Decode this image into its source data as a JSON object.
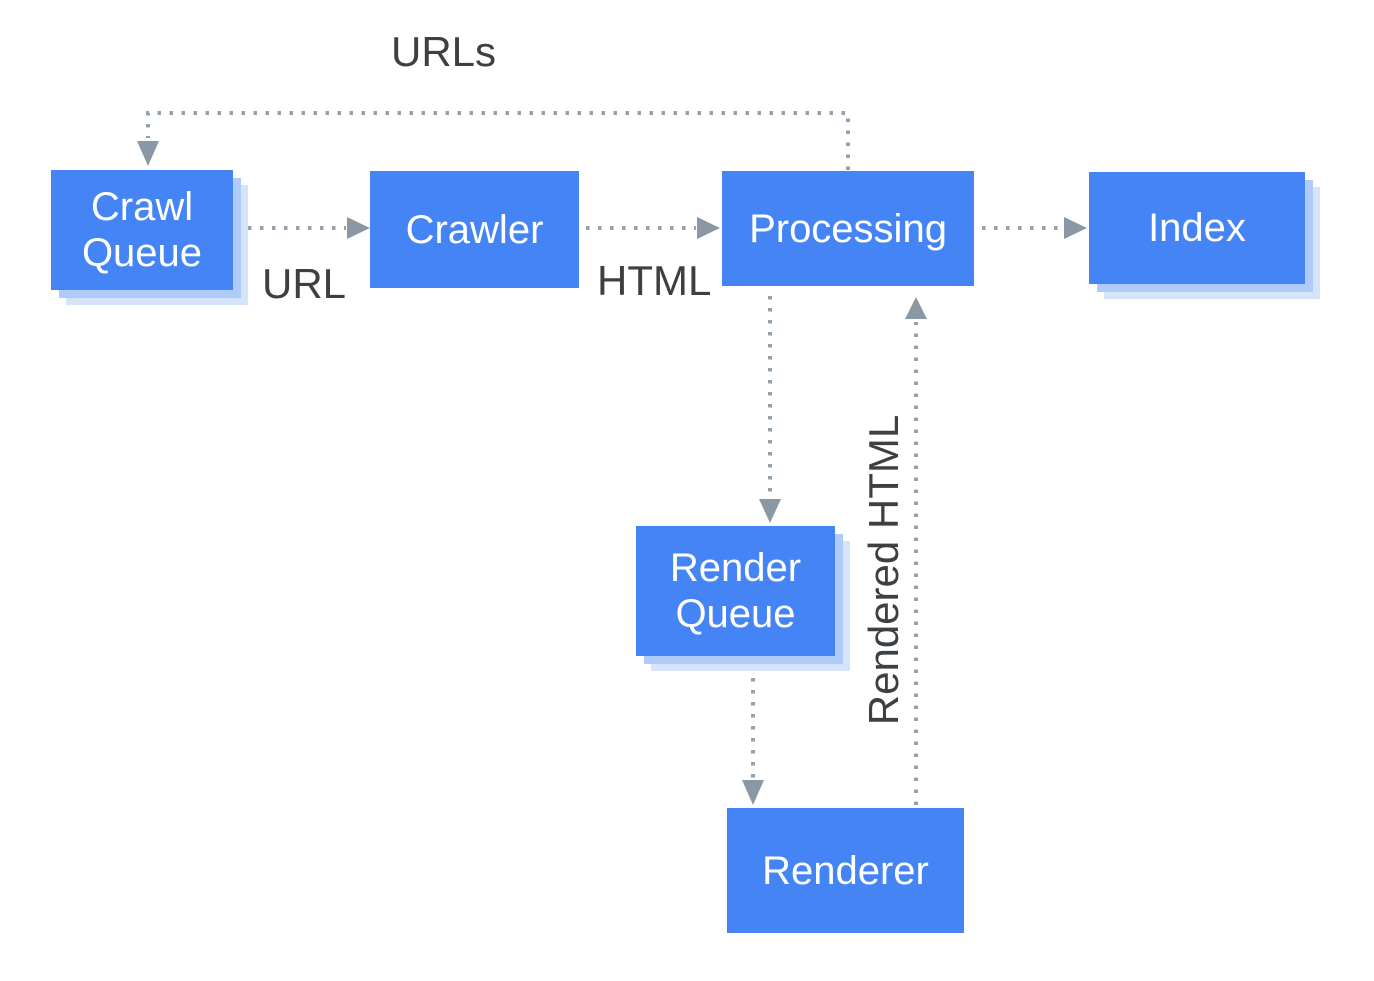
{
  "colors": {
    "node_fill": "#4484F4",
    "node_text": "#FFFFFF",
    "shadow1": "#AECBFA",
    "shadow2": "#D6E4FB",
    "connector": "#94A1AD",
    "arrowhead": "#8A98A5",
    "label_text": "#3C4043",
    "background": "#FFFFFF"
  },
  "nodes": {
    "crawl_queue": {
      "label": "Crawl Queue"
    },
    "crawler": {
      "label": "Crawler"
    },
    "processing": {
      "label": "Processing"
    },
    "index": {
      "label": "Index"
    },
    "render_queue": {
      "label": "Render Queue"
    },
    "renderer": {
      "label": "Renderer"
    }
  },
  "edge_labels": {
    "urls": "URLs",
    "url": "URL",
    "html": "HTML",
    "rendered_html": "Rendered HTML"
  }
}
